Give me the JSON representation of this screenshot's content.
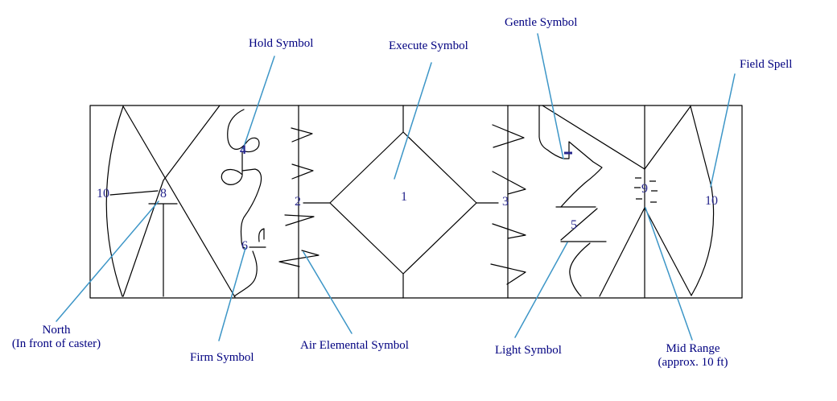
{
  "figure": {
    "background": "#FFFFFF",
    "line_color": "#000000",
    "pointer_color": "#3D96C7",
    "label_color": "#000080",
    "number_color": "#26268C"
  },
  "labels": {
    "hold": "Hold Symbol",
    "execute": "Execute Symbol",
    "gentle": "Gentle Symbol",
    "field": "Field Spell",
    "north_line1": "North",
    "north_line2": "(In front of caster)",
    "firm": "Firm Symbol",
    "air": "Air Elemental Symbol",
    "light": "Light Symbol",
    "mid_line1": "Mid Range",
    "mid_line2": "(approx. 10 ft)"
  },
  "numbers": {
    "n10_left": "10",
    "n8": "8",
    "n4": "4",
    "n6": "6",
    "n2": "2",
    "n1": "1",
    "n3": "3",
    "n5": "5",
    "n9": "9",
    "n10_right": "10"
  }
}
